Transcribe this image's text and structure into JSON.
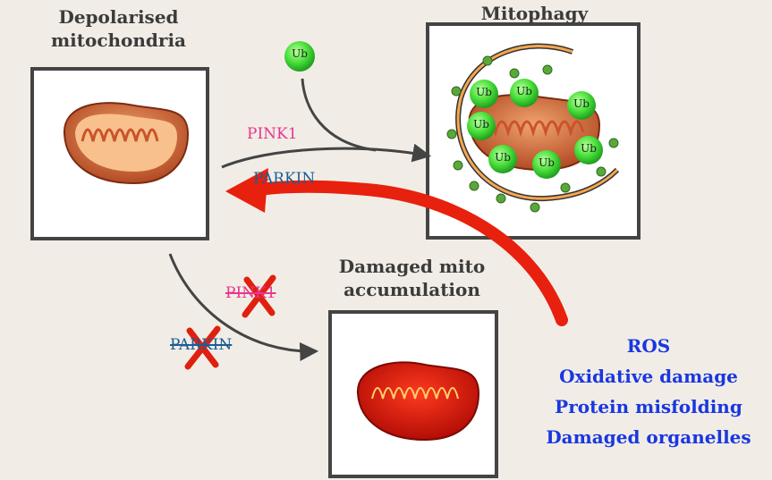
{
  "titles": {
    "depolarised": "Depolarised\nmitochondria",
    "mitophagy": "Mitophagy",
    "damaged": "Damaged mito\naccumulation"
  },
  "labels": {
    "pink1_top": "PINK1",
    "parkin_top": "PARKIN",
    "pink1_bottom": "PINK1",
    "parkin_bottom": "PARKIN",
    "ub": "Ub"
  },
  "causes": [
    "ROS",
    "Oxidative damage",
    "Protein misfolding",
    "Damaged organelles"
  ],
  "colors": {
    "pink": "#e8368f",
    "blue": "#1b5d97",
    "red_arrow": "#e8200e",
    "ub_green": "#3ddc3d",
    "causes_blue": "#1937e0"
  }
}
